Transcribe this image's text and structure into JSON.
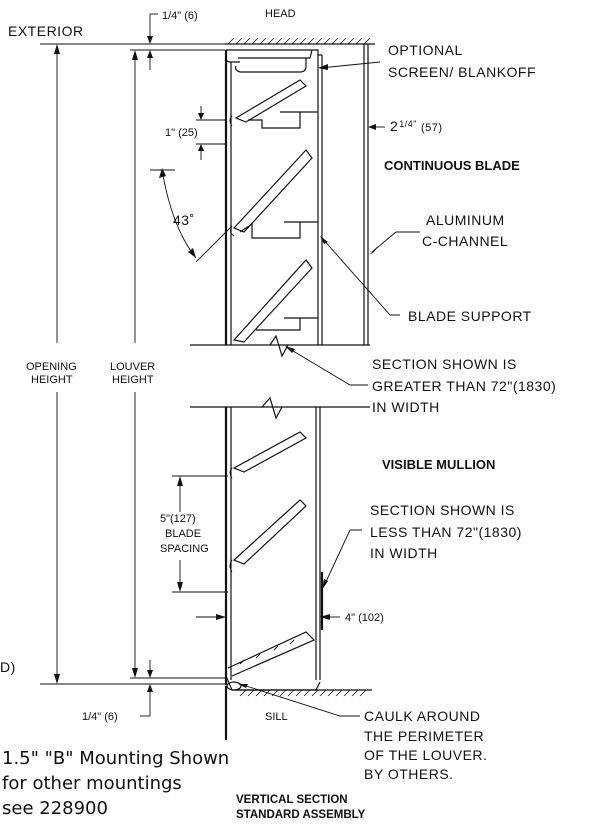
{
  "labels": {
    "exterior": "EXTERIOR",
    "top_gap": "1/4\"  (6)",
    "head": "HEAD",
    "optional_1": "OPTIONAL",
    "optional_2": "SCREEN/ BLANKOFF",
    "depth_main": "2",
    "depth_frac": "1/4\"",
    "depth_mm": "(57)",
    "one_inch": "1\" (25)",
    "continuous_blade": "CONTINUOUS BLADE",
    "angle": "43˚",
    "aluminum_1": "ALUMINUM",
    "aluminum_2": "C-CHANNEL",
    "blade_support": "BLADE SUPPORT",
    "opening_1": "OPENING",
    "opening_2": "HEIGHT",
    "louver_1": "LOUVER",
    "louver_2": "HEIGHT",
    "section_a_1": "SECTION SHOWN IS",
    "section_a_2": "GREATER THAN 72\"(1830)",
    "section_a_3": "IN WIDTH",
    "visible_mullion": "VISIBLE MULLION",
    "spacing_1": "5\"(127)",
    "spacing_2": "BLADE",
    "spacing_3": "SPACING",
    "section_b_1": "SECTION SHOWN IS",
    "section_b_2": "LESS THAN 72\"(1830)",
    "section_b_3": "IN WIDTH",
    "four_inch": "4\"  (102)",
    "d_paren": "D)",
    "bottom_gap": "1/4\"  (6)",
    "sill": "SILL",
    "caulk_1": "CAULK AROUND",
    "caulk_2": "THE PERIMETER",
    "caulk_3": "OF THE LOUVER.",
    "caulk_4": "BY OTHERS.",
    "mount_1": "1.5\" \"B\" Mounting Shown",
    "mount_2": "for other mountings",
    "mount_3": "see 228900",
    "title_1": "VERTICAL SECTION",
    "title_2": "STANDARD ASSEMBLY"
  },
  "colors": {
    "ink": "#111111",
    "paper": "#ffffff"
  }
}
